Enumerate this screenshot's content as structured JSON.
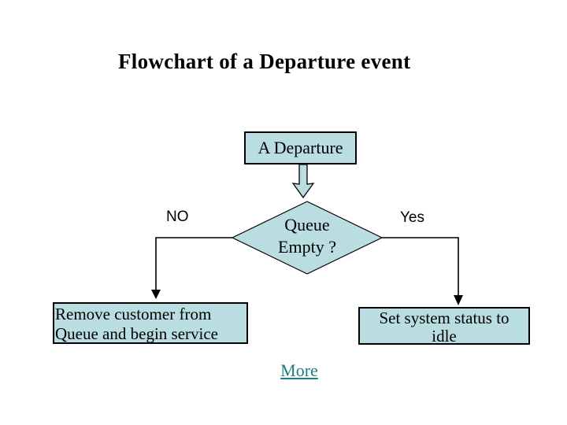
{
  "slide": {
    "title": "Flowchart of a Departure event",
    "more_link": "More"
  },
  "flowchart": {
    "start_box": "A Departure",
    "decision": "Queue\nEmpty ?",
    "no_label": "NO",
    "yes_label": "Yes",
    "no_box": "Remove customer from\nQueue and begin service",
    "yes_box": "Set system status to\nidle"
  },
  "colors": {
    "background": "#ffffff",
    "shape_fill": "#b9dde0",
    "shape_stroke": "#000000",
    "text_color": "#000000",
    "title_color": "#000000",
    "link_color": "#1f7c7e"
  }
}
